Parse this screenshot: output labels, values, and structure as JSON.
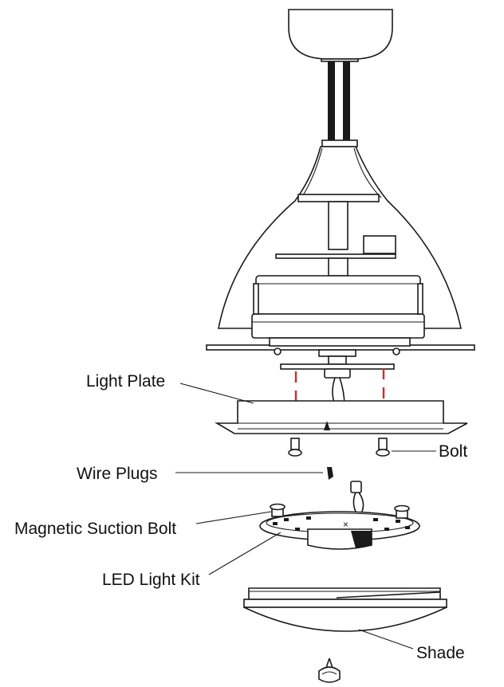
{
  "labels": {
    "light_plate": "Light Plate",
    "bolt": "Bolt",
    "wire_plugs": "Wire Plugs",
    "magnetic_suction_bolt": "Magnetic Suction Bolt",
    "led_light_kit": "LED Light Kit",
    "shade": "Shade"
  },
  "colors": {
    "line": "#1a1a1a",
    "alignment_guide": "#d12a2a",
    "background": "#ffffff"
  }
}
